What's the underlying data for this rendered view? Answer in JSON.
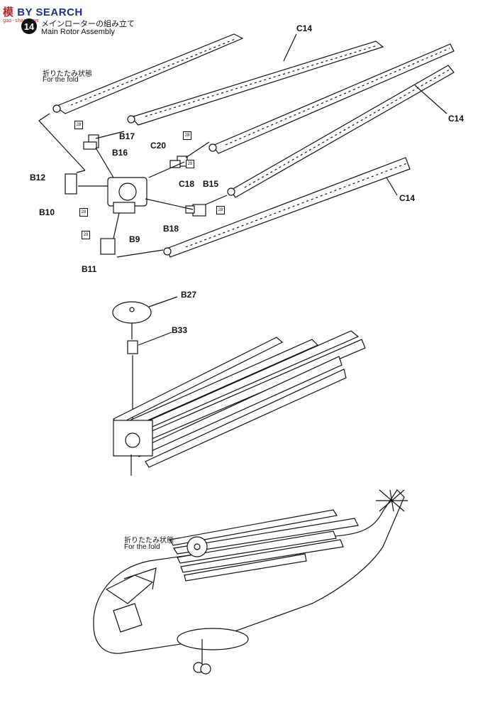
{
  "watermark": {
    "brand_red": "模",
    "brand": "BY SEARCH",
    "sub": "gao-shan.com"
  },
  "step": {
    "number": "14",
    "title_ja": "メインローターの組み立て",
    "title_en": "Main Rotor Assembly"
  },
  "notes": {
    "fold_top_ja": "折りたたみ状態",
    "fold_top_en": "For the fold",
    "fold_bottom_ja": "折りたたみ状態",
    "fold_bottom_en": "For the fold"
  },
  "parts": {
    "c14_a": "C14",
    "c14_b": "C14",
    "c14_c": "C14",
    "b17": "B17",
    "b16": "B16",
    "c20": "C20",
    "c18": "C18",
    "b15": "B15",
    "b18": "B18",
    "b12": "B12",
    "b10": "B10",
    "b9": "B9",
    "b11": "B11",
    "b27": "B27",
    "b33": "B33"
  },
  "badge_code": "28",
  "colors": {
    "ink": "#111111",
    "watermark_blue": "#1e2f8c",
    "watermark_red": "#d01e1e"
  }
}
